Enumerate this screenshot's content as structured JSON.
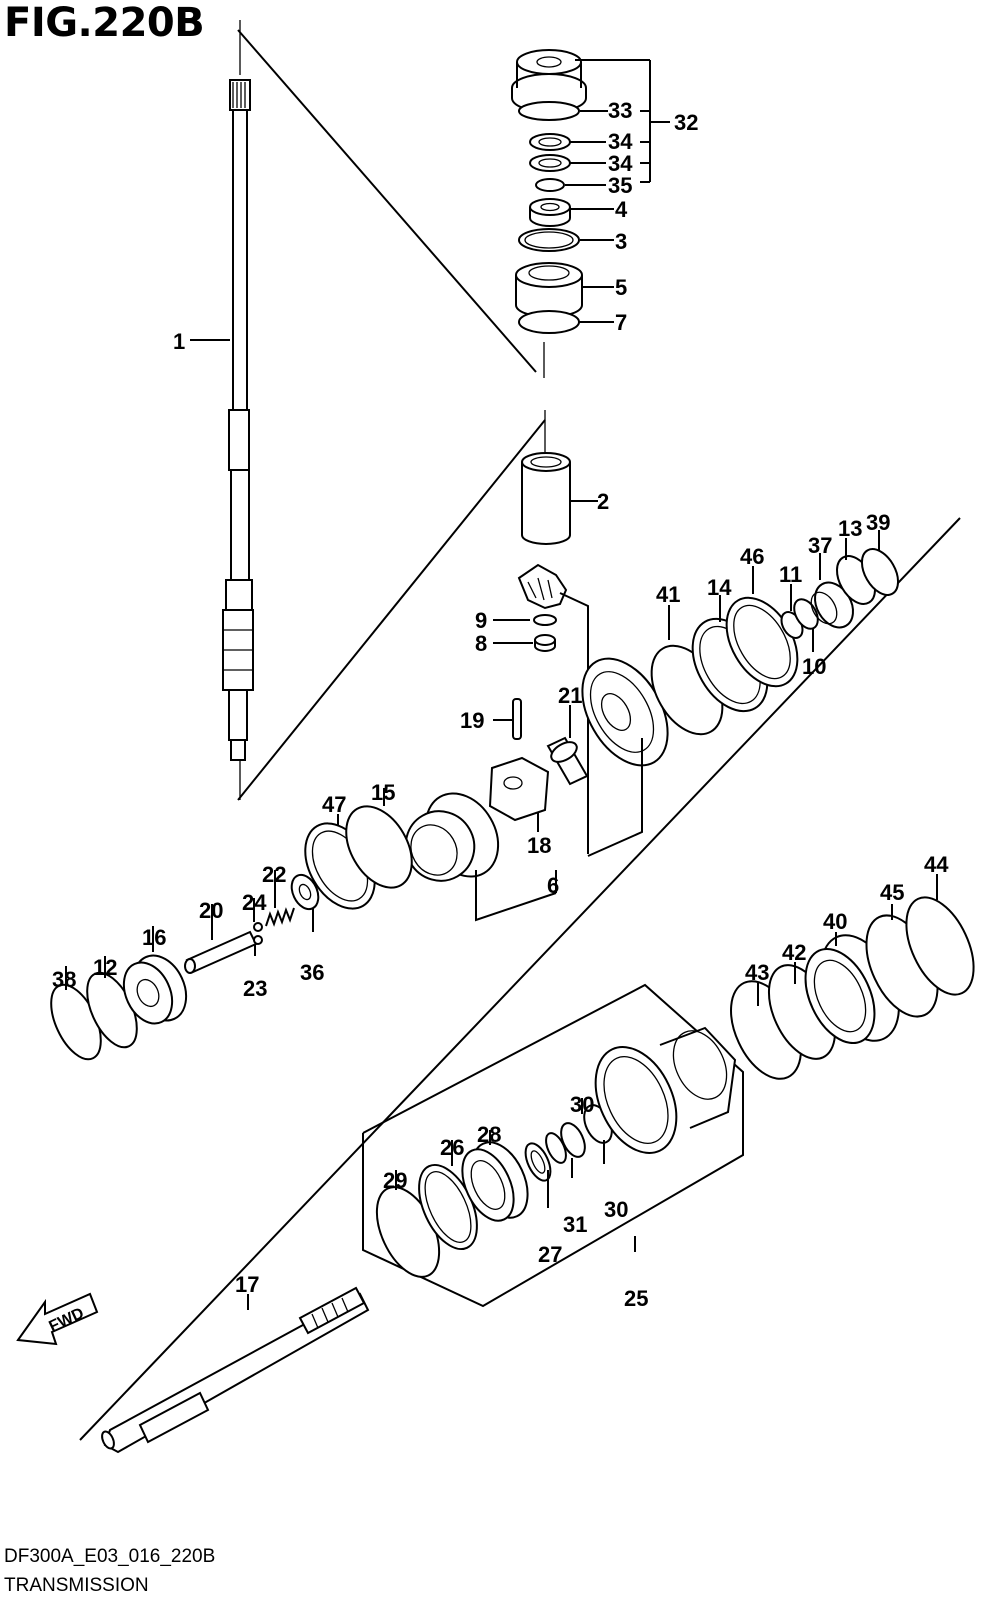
{
  "figure": {
    "title": "FIG.220B"
  },
  "footer": {
    "code": "DF300A_E03_016_220B",
    "caption": "TRANSMISSION"
  },
  "labels": {
    "l1": "1",
    "l2": "2",
    "l3": "3",
    "l4": "4",
    "l5": "5",
    "l6": "6",
    "l7": "7",
    "l8": "8",
    "l9": "9",
    "l10": "10",
    "l11": "11",
    "l12": "12",
    "l13": "13",
    "l14": "14",
    "l15": "15",
    "l16": "16",
    "l17": "17",
    "l18": "18",
    "l19": "19",
    "l20": "20",
    "l21": "21",
    "l22": "22",
    "l23": "23",
    "l24": "24",
    "l25": "25",
    "l26": "26",
    "l27": "27",
    "l28": "28",
    "l29": "29",
    "l30a": "30",
    "l30b": "30",
    "l31": "31",
    "l32": "32",
    "l33": "33",
    "l34a": "34",
    "l34b": "34",
    "l35": "35",
    "l36": "36",
    "l37": "37",
    "l38": "38",
    "l39": "39",
    "l40": "40",
    "l41": "41",
    "l42": "42",
    "l43": "43",
    "l44": "44",
    "l45": "45",
    "l46": "46",
    "l47": "47"
  },
  "fwd_arrow": {
    "label": "FWD"
  }
}
